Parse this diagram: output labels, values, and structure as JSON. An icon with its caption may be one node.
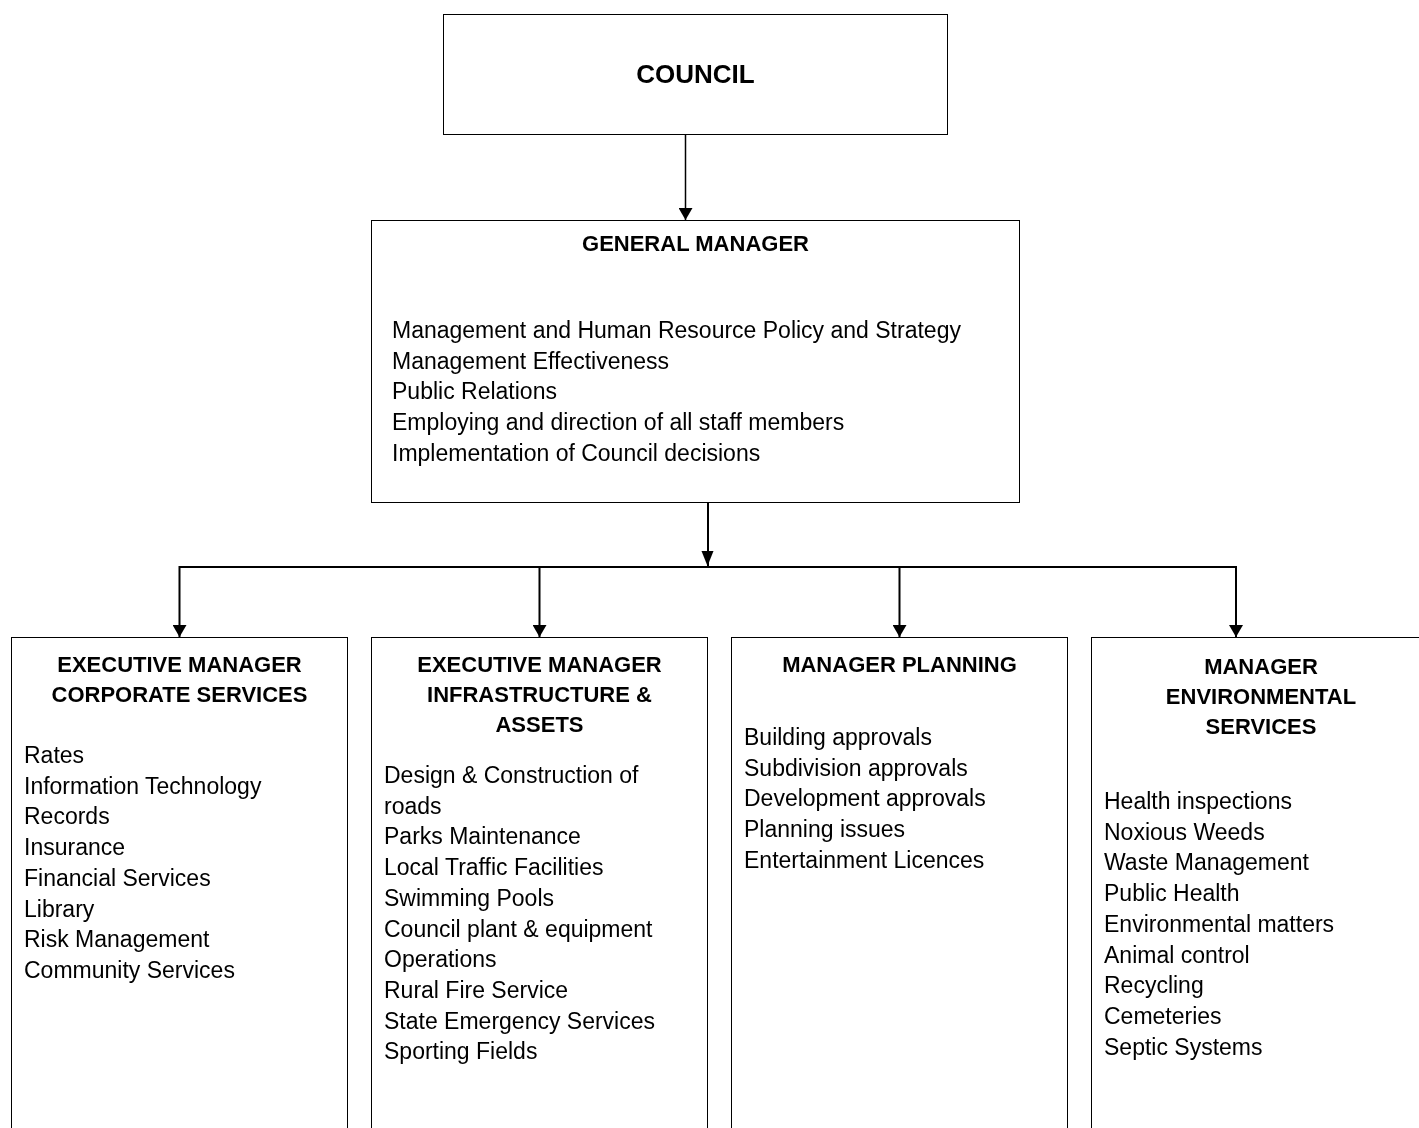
{
  "diagram": {
    "nodes": [
      {
        "text": [
          "COUNCIL"
        ]
      },
      {
        "text": [
          "GENERAL MANAGER",
          "Management and Human Resource Policy and Strategy",
          "Management Effectiveness",
          "Public Relations",
          "Employing and direction of all staff members",
          "Implementation of Council decisions"
        ]
      },
      {
        "text": [
          "EXECUTIVE MANAGER CORPORATE SERVICES",
          "Rates",
          "Information Technology",
          "Records",
          "Insurance",
          "Financial Services",
          "Library",
          "Risk Management",
          "Community Services"
        ]
      },
      {
        "text": [
          "EXECUTIVE MANAGER INFRASTRUCTURE & ASSETS",
          "Design & Construction of roads",
          "Parks Maintenance",
          "Local Traffic Facilities",
          "Swimming Pools",
          "Council plant & equipment",
          "Operations",
          "Rural Fire Service",
          "State Emergency Services",
          "Sporting Fields"
        ]
      },
      {
        "text": [
          "MANAGER PLANNING",
          "Building approvals",
          "Subdivision approvals",
          "Development approvals",
          "Planning issues",
          "Entertainment Licences"
        ]
      },
      {
        "text": [
          "MANAGER ENVIRONMENTAL SERVICES",
          "Health inspections",
          "Noxious Weeds",
          "Waste Management",
          "Public Health",
          "Environmental matters",
          "Animal control",
          "Recycling",
          "Cemeteries",
          "Septic Systems"
        ]
      }
    ],
    "edges": [
      {
        "from": 0,
        "to": 1,
        "arrow": "to"
      },
      {
        "from": 1,
        "to": 2,
        "arrow": "to"
      },
      {
        "from": 1,
        "to": 3,
        "arrow": "to"
      },
      {
        "from": 1,
        "to": 4,
        "arrow": "to"
      },
      {
        "from": 1,
        "to": 5,
        "arrow": "to"
      }
    ]
  }
}
